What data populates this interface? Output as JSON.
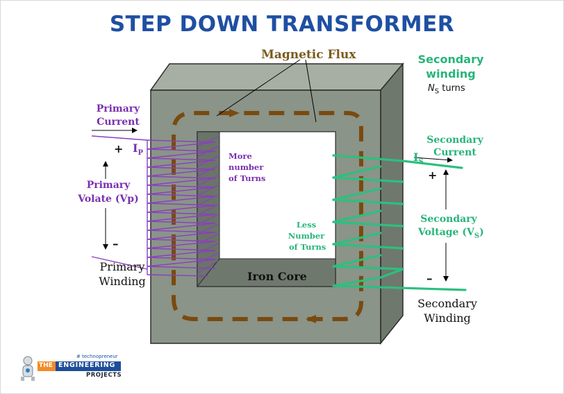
{
  "title": "STEP DOWN TRANSFORMER",
  "labels": {
    "magnetic_flux": "Magnetic Flux",
    "secondary_winding_line1": "Secondary",
    "secondary_winding_line2": "winding",
    "ns_symbol": "N",
    "ns_subscript": "S",
    "ns_rest": " turns",
    "primary_current_line1": "Primary",
    "primary_current_line2": "Current",
    "ip_symbol": "I",
    "ip_subscript": "P",
    "plus": "+",
    "minus": "–",
    "primary_voltage_line1": "Primary",
    "primary_voltage_line2": "Volate (Vp)",
    "more_turns_line1": "More",
    "more_turns_line2": "number",
    "more_turns_line3": "of Turns",
    "primary_winding_line1": "Primary",
    "primary_winding_line2": "Winding",
    "iron_core": "Iron Core",
    "secondary_current_line1": "Secondary",
    "secondary_current_line2": "Current",
    "is_symbol": "I",
    "is_subscript": "S",
    "less_turns_line1": "Less",
    "less_turns_line2": "Number",
    "less_turns_line3": "of Turns",
    "secondary_voltage_line1": "Secondary",
    "secondary_voltage_line2": "Voltage (V",
    "secondary_voltage_sub": "S",
    "secondary_voltage_close": ")",
    "secondary_winding_bottom_line1": "Secondary",
    "secondary_winding_bottom_line2": "Winding"
  },
  "logo": {
    "tagline": "# technopreneur",
    "the": "THE",
    "engineering": "ENGINEERING",
    "projects": "PROJECTS"
  },
  "colors": {
    "title": "#1f4fa3",
    "primary": "#7a2fb0",
    "secondary": "#27b57a",
    "flux": "#7a4a10",
    "core_front": "#8a9488",
    "core_top": "#a7afa5",
    "core_side": "#6f786d"
  }
}
